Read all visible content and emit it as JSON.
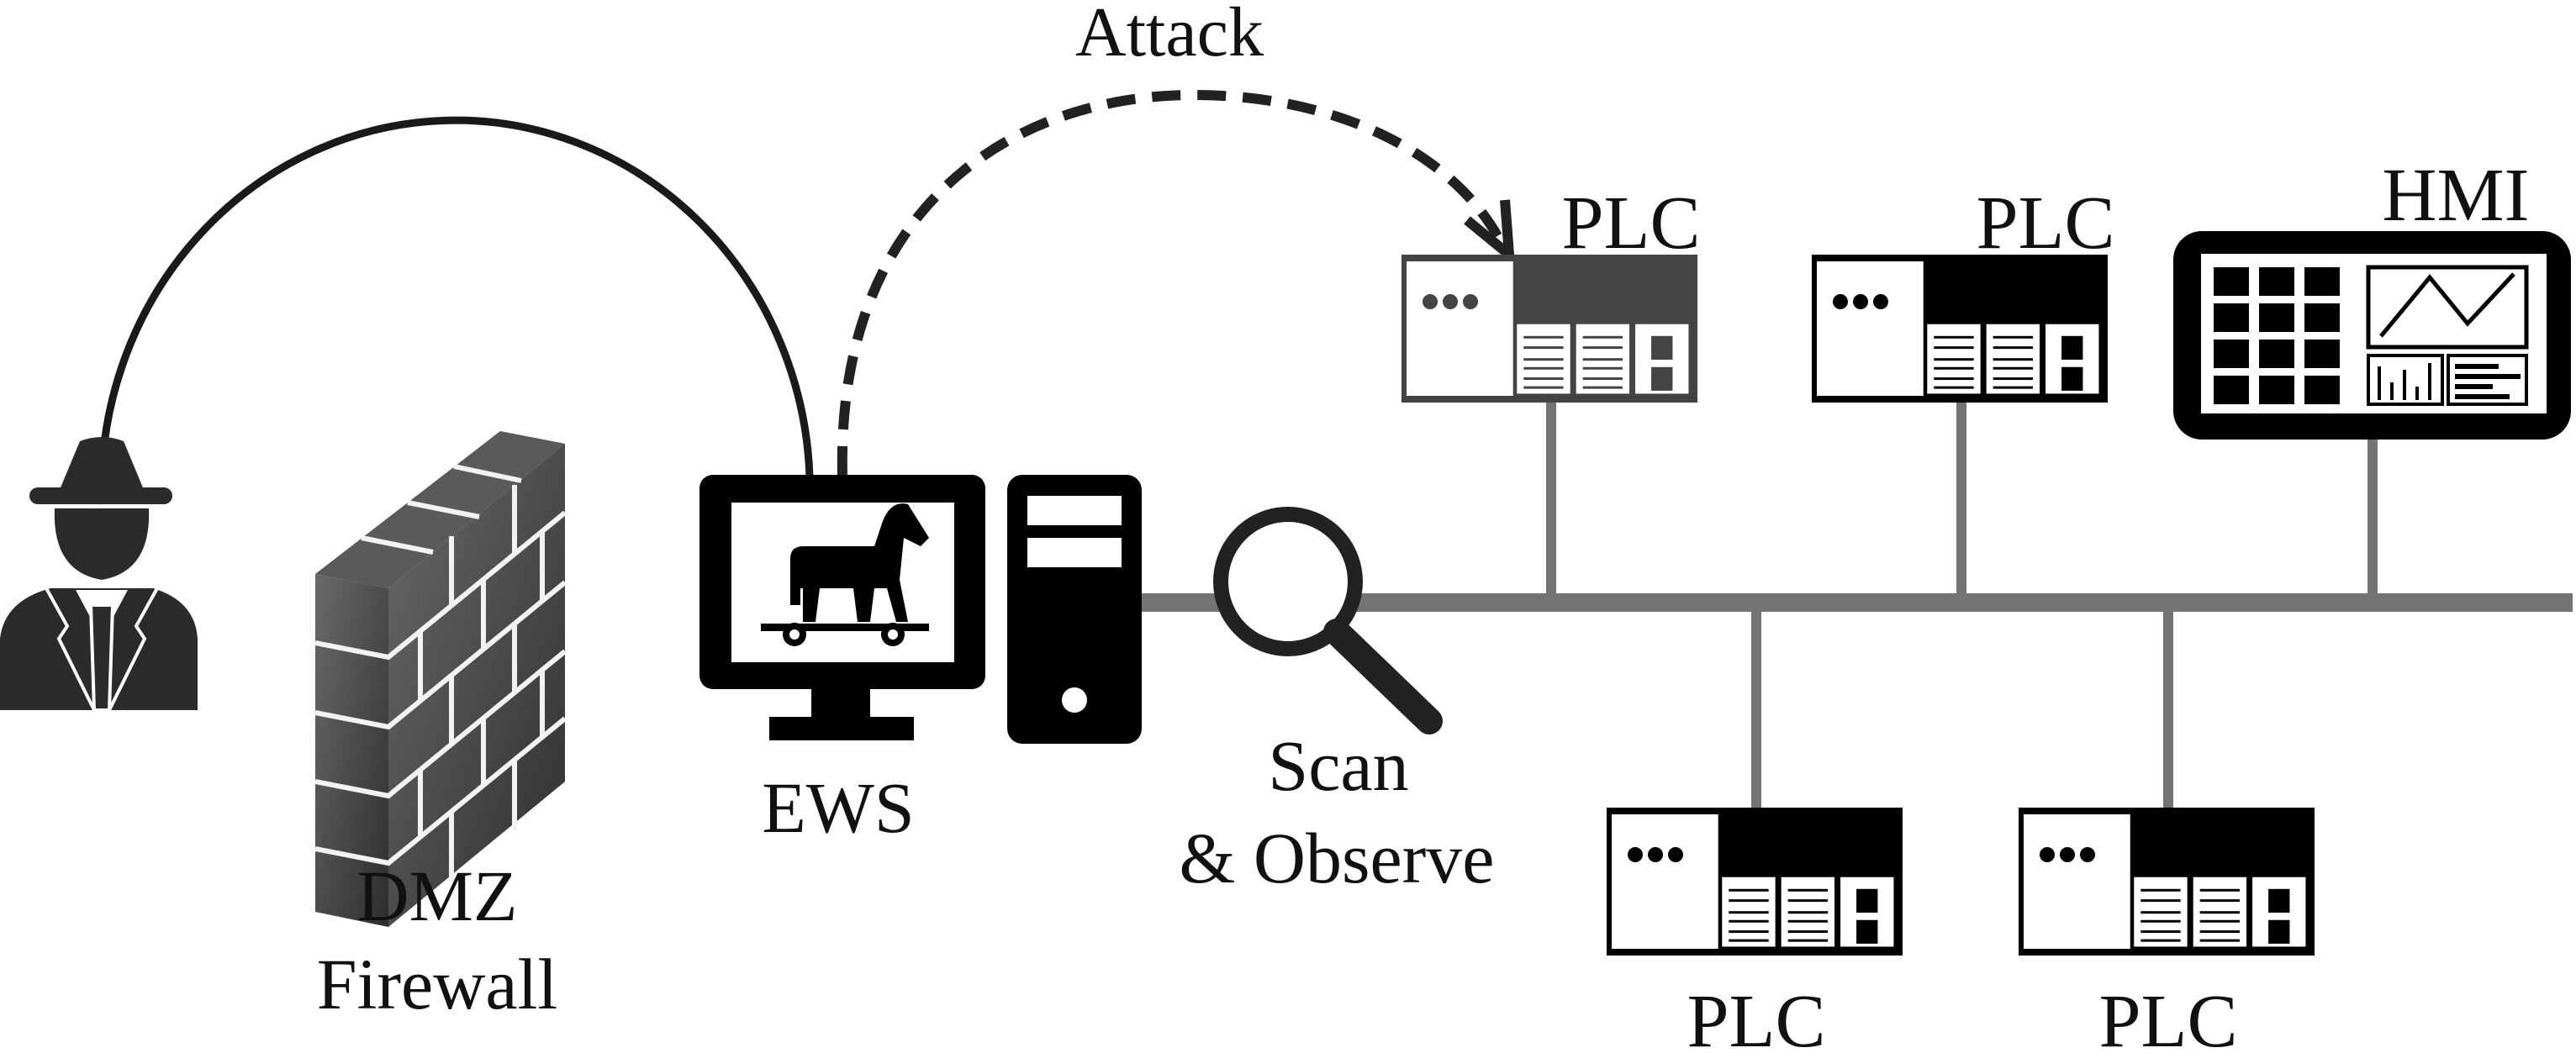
{
  "labels": {
    "attack": "Attack",
    "dmz_line1": "DMZ",
    "dmz_line2": "Firewall",
    "ews": "EWS",
    "scan_line1": "Scan",
    "scan_line2": "& Observe",
    "hmi": "HMI",
    "plc_top_1": "PLC",
    "plc_top_2": "PLC",
    "plc_bottom_1": "PLC",
    "plc_bottom_2": "PLC"
  },
  "icons": [
    "hacker-icon",
    "firewall-icon",
    "ews-monitor-icon",
    "trojan-horse-icon",
    "pc-tower-icon",
    "magnifier-icon",
    "plc-icon",
    "hmi-icon"
  ],
  "colors": {
    "ink": "#1a1a1a",
    "bus": "#737373",
    "attacked_plc_header": "#444444",
    "plc_header": "#000000"
  }
}
